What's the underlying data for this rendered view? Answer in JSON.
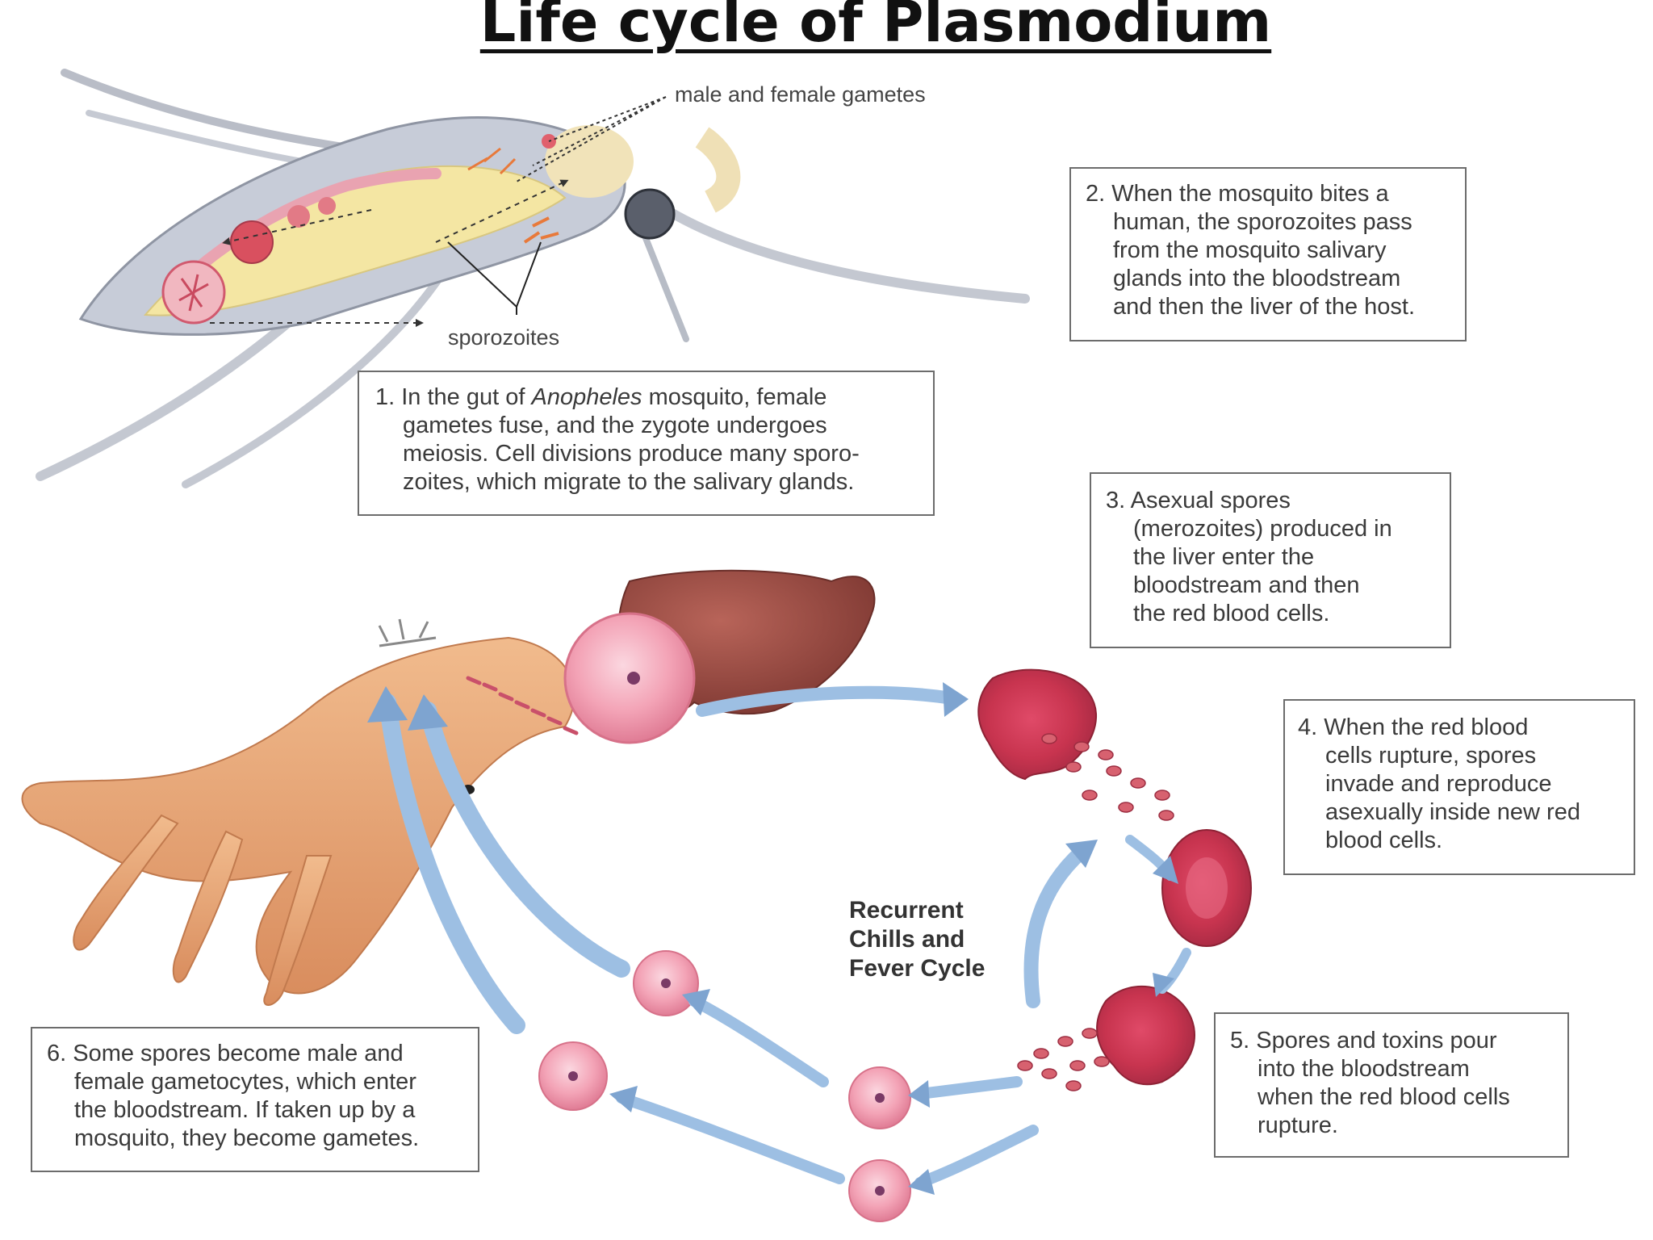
{
  "title": "Life cycle of Plasmodium",
  "labels": {
    "gametes": "male and female gametes",
    "sporozoites": "sporozoites"
  },
  "center_label": [
    "Recurrent",
    "Chills and",
    "Fever Cycle"
  ],
  "steps": [
    {
      "id": "1",
      "lines": [
        "1. In the gut of Anopheles mosquito, female",
        "gametes fuse, and the zygote undergoes",
        "meiosis.  Cell divisions produce many sporo-",
        "zoites, which migrate to the salivary glands."
      ]
    },
    {
      "id": "2",
      "lines": [
        "2. When the mosquito bites a",
        "human, the sporozoites pass",
        "from the mosquito salivary",
        "glands into the bloodstream",
        "and then the liver of the host."
      ]
    },
    {
      "id": "3",
      "lines": [
        "3. Asexual spores",
        "(merozoites) produced in",
        "the liver enter the",
        "bloodstream and then",
        "the red blood cells."
      ]
    },
    {
      "id": "4",
      "lines": [
        "4. When the red blood",
        "cells rupture, spores",
        "invade and reproduce",
        "asexually inside new red",
        "blood cells."
      ]
    },
    {
      "id": "5",
      "lines": [
        "5. Spores and toxins pour",
        "into the bloodstream",
        "when the red blood cells",
        "rupture."
      ]
    },
    {
      "id": "6",
      "lines": [
        "6. Some spores become male and",
        "female gametocytes, which enter",
        "the bloodstream.  If taken up by a",
        "mosquito, they become gametes."
      ]
    }
  ],
  "colors": {
    "arrow": "#8fb2d8",
    "cell": "#f2a7b8",
    "liver": "#9a4a42",
    "skin": "#e8a677",
    "mosquito_body": "#c9cfdc",
    "gut": "#f4e3a0"
  }
}
